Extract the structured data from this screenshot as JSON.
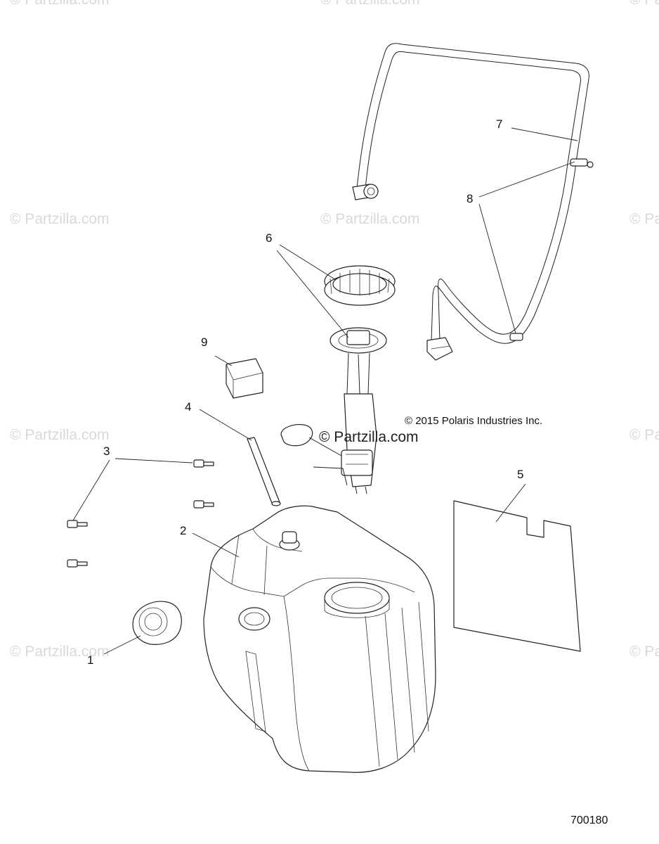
{
  "diagram": {
    "watermark_text": "© Partzilla.com",
    "center_watermark": "© Partzilla.com",
    "copyright": "© 2015 Polaris Industries Inc.",
    "diagram_id": "700180",
    "callouts": {
      "c1": "1",
      "c2": "2",
      "c3": "3",
      "c4": "4",
      "c5": "5",
      "c6": "6",
      "c7": "7",
      "c8": "8",
      "c9": "9"
    }
  }
}
